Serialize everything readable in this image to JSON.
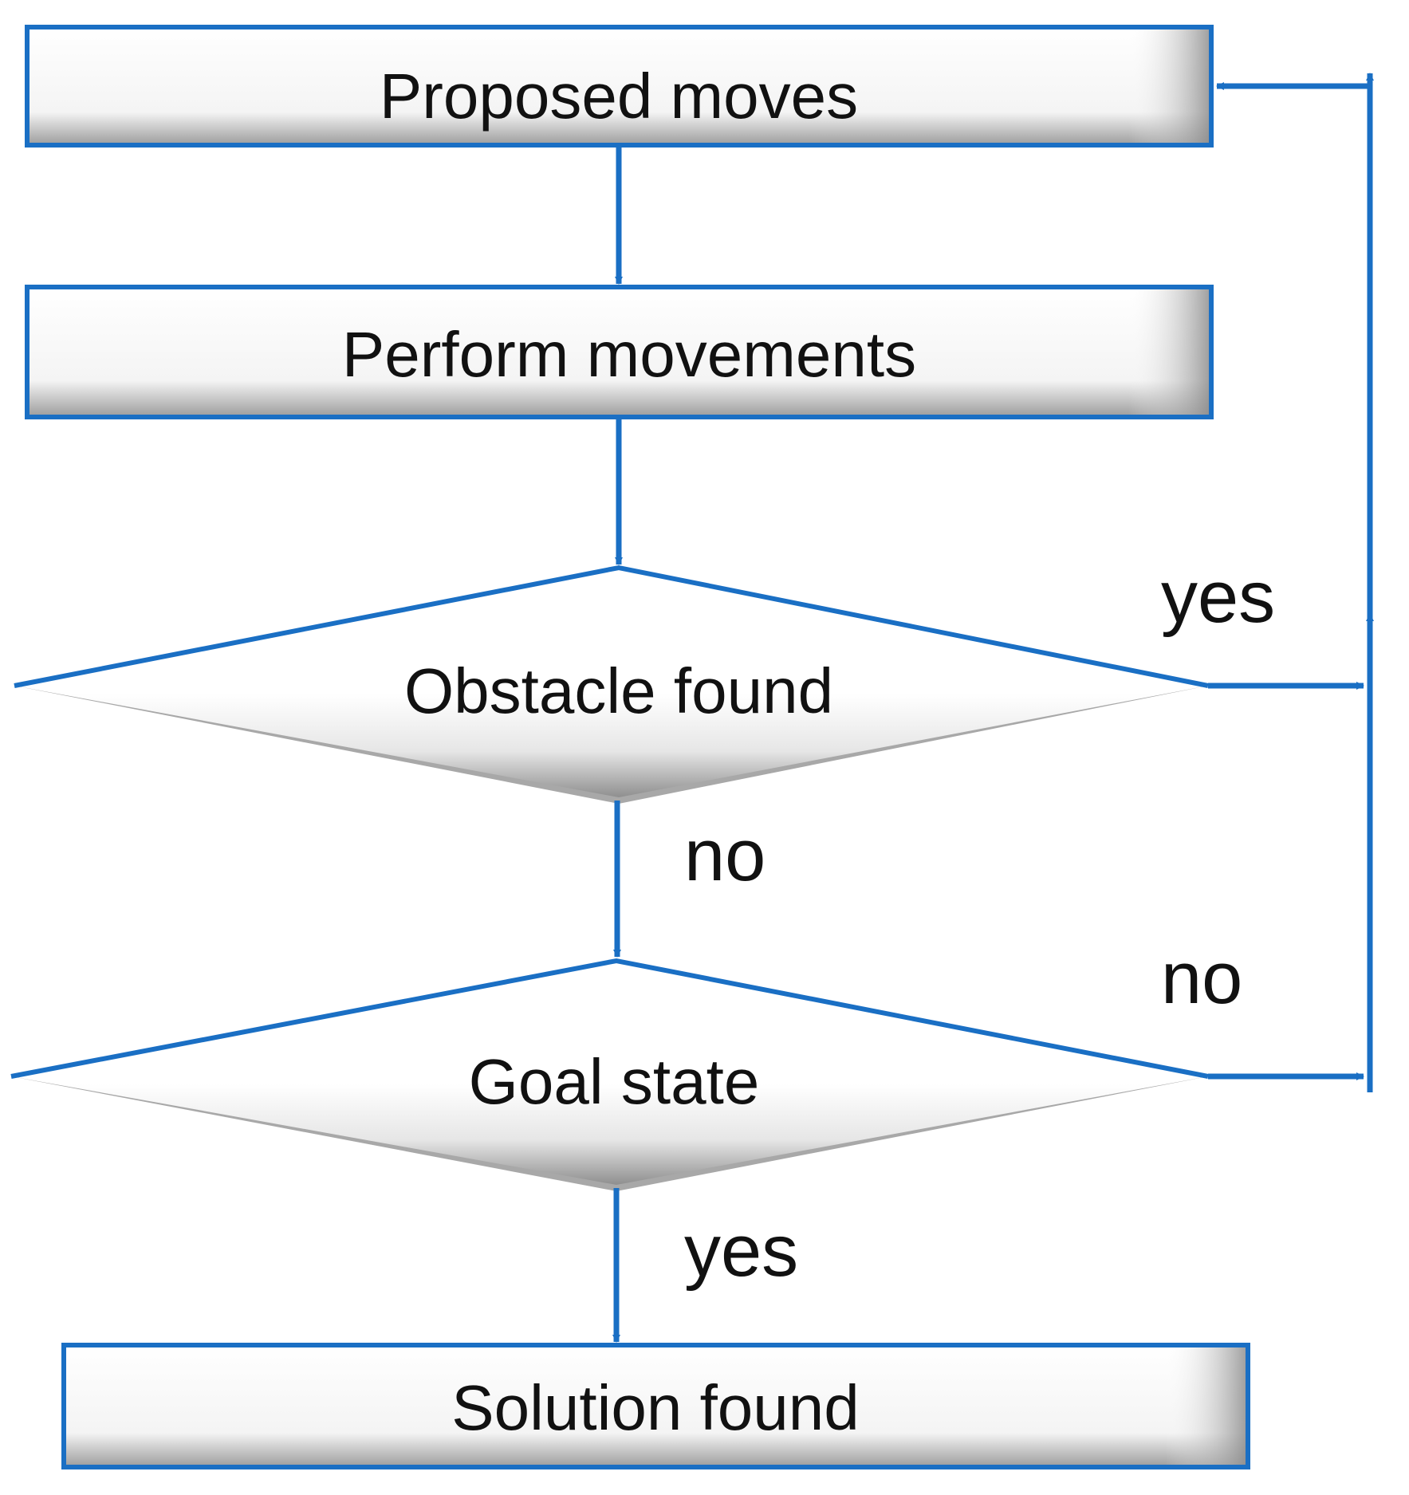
{
  "flowchart": {
    "nodes": {
      "proposed_moves": "Proposed moves",
      "perform_movements": "Perform movements",
      "obstacle_found": "Obstacle found",
      "goal_state": "Goal state",
      "solution_found": "Solution found"
    },
    "edges": {
      "obstacle_yes": "yes",
      "obstacle_no": "no",
      "goal_no": "no",
      "goal_yes": "yes"
    }
  },
  "colors": {
    "connector": "#1a6fc4",
    "node_border": "#1a6fc4",
    "node_fill_top": "#ffffff",
    "node_fill_bottom": "#a9a9a9",
    "text": "#111111"
  }
}
